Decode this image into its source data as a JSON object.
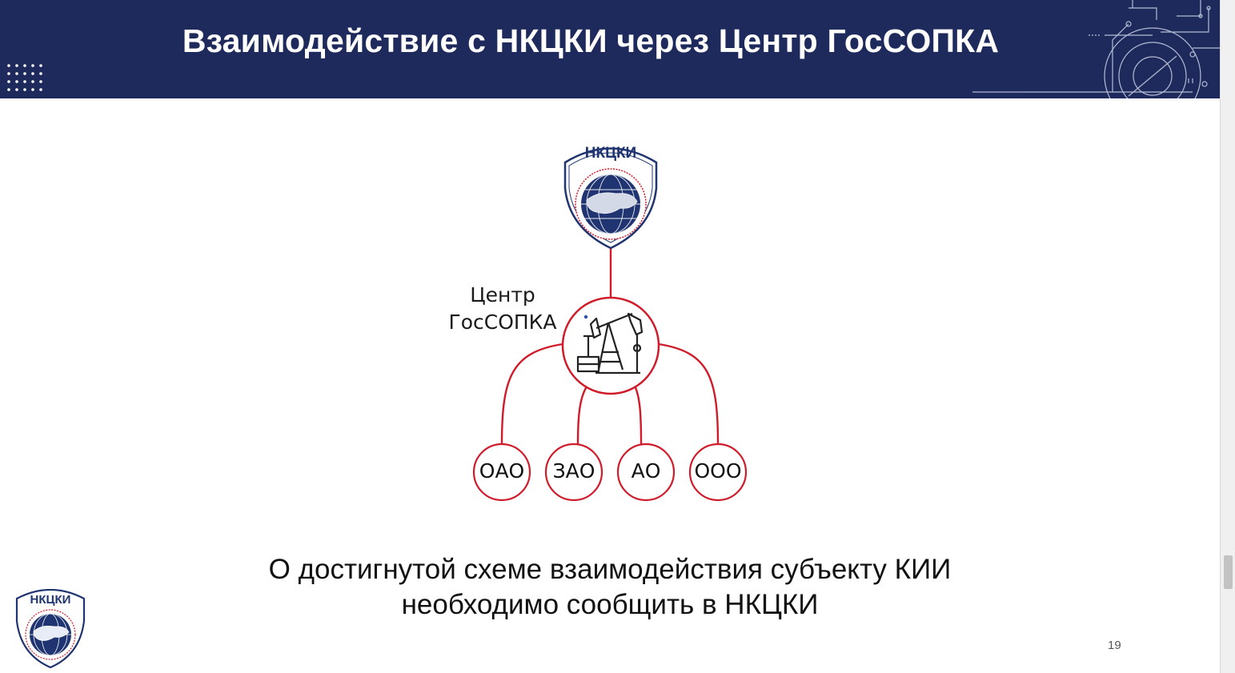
{
  "header": {
    "title": "Взаимодействие с НКЦКИ через Центр ГосСОПКА"
  },
  "diagram": {
    "top_node": {
      "logo_text": "НКЦКИ",
      "icon": "nkcki-shield-logo"
    },
    "center_node": {
      "label_line1": "Центр",
      "label_line2": "ГосСОПКА",
      "icon": "oil-pump-icon"
    },
    "subjects": [
      {
        "label": "ОАО"
      },
      {
        "label": "ЗАО"
      },
      {
        "label": "АО"
      },
      {
        "label": "ООО"
      }
    ],
    "colors": {
      "accent": "#d01c2a",
      "header_bg": "#1f2a5c"
    }
  },
  "caption": {
    "line1": "О достигнутой схеме взаимодействия субъекту КИИ",
    "line2": "необходимо сообщить в НКЦКИ"
  },
  "footer": {
    "logo_text": "НКЦКИ",
    "page_number": "19"
  }
}
